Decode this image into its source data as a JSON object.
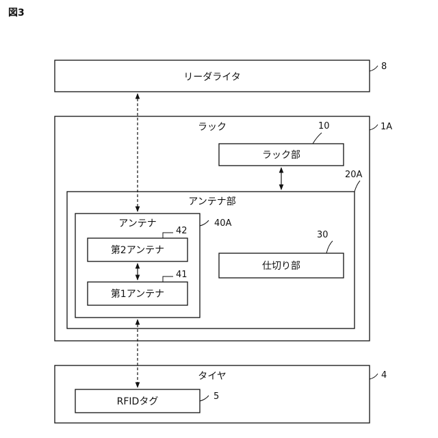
{
  "figure_label": "図3",
  "blocks": {
    "reader_writer": {
      "label": "リーダライタ",
      "ref": "8"
    },
    "rack": {
      "label": "ラック",
      "ref": "1A"
    },
    "rack_part": {
      "label": "ラック部",
      "ref": "10"
    },
    "antenna_part": {
      "label": "アンテナ部",
      "ref": "20A"
    },
    "antenna": {
      "label": "アンテナ",
      "ref": "40A"
    },
    "second_antenna": {
      "label": "第2アンテナ",
      "ref": "42"
    },
    "first_antenna": {
      "label": "第1アンテナ",
      "ref": "41"
    },
    "partition": {
      "label": "仕切り部",
      "ref": "30"
    },
    "tire": {
      "label": "タイヤ",
      "ref": "4"
    },
    "rfid_tag": {
      "label": "RFIDタグ",
      "ref": "5"
    }
  },
  "connections": [
    {
      "from": "reader_writer",
      "to": "antenna",
      "style": "dashed",
      "arrows": "both"
    },
    {
      "from": "rack_part",
      "to": "antenna_part",
      "style": "solid",
      "arrows": "both"
    },
    {
      "from": "second_antenna",
      "to": "first_antenna",
      "style": "solid",
      "arrows": "both"
    },
    {
      "from": "antenna",
      "to": "rfid_tag",
      "style": "dashed",
      "arrows": "both"
    }
  ]
}
